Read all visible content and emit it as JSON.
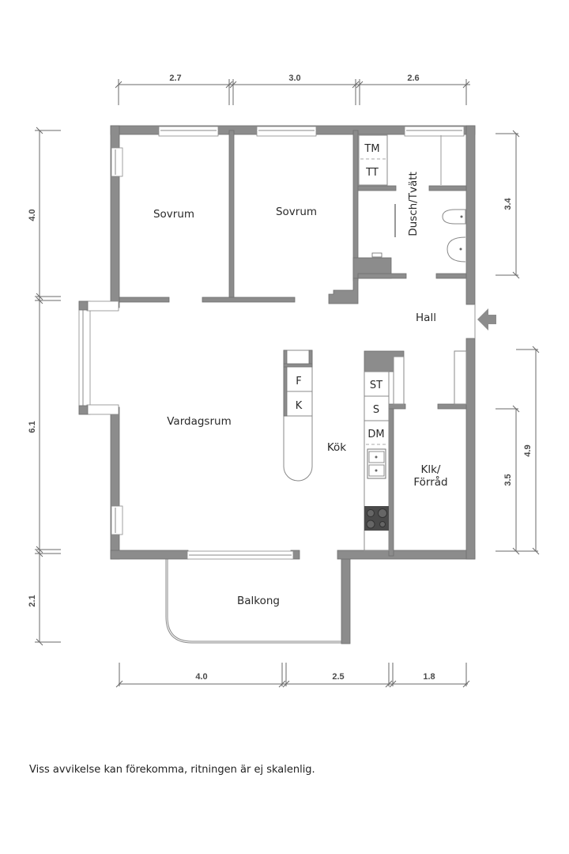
{
  "floorplan": {
    "rooms": {
      "sovrum_1": "Sovrum",
      "sovrum_2": "Sovrum",
      "dusch_tvatt": "Dusch/Tvätt",
      "hall": "Hall",
      "vardagsrum": "Vardagsrum",
      "kok": "Kök",
      "klk_forrad_line1": "Klk/",
      "klk_forrad_line2": "Förråd",
      "balkong": "Balkong"
    },
    "appliances": {
      "tm": "TM",
      "tt": "TT",
      "f": "F",
      "k": "K",
      "st": "ST",
      "s": "S",
      "dm": "DM"
    },
    "icons": {
      "entrance": "entrance-arrow-icon",
      "toilet": "toilet-icon",
      "washbasin": "washbasin-icon",
      "sink": "double-sink-icon",
      "stove": "stove-icon",
      "shower": "shower-tap-icon"
    },
    "dimensions": {
      "top": [
        "2.7",
        "3.0",
        "2.6"
      ],
      "bottom": [
        "4.0",
        "2.5",
        "1.8"
      ],
      "left": [
        "4.0",
        "6.1",
        "2.1"
      ],
      "right_upper": "3.4",
      "right_lower_inner": "3.5",
      "right_lower_outer": "4.9"
    },
    "colors": {
      "wall": "#8c8c8c",
      "stove": "#4a4a4a",
      "dimension_line": "#6a6a6a"
    }
  },
  "footer": {
    "disclaimer": "Viss avvikelse kan förekomma, ritningen är ej skalenlig."
  }
}
